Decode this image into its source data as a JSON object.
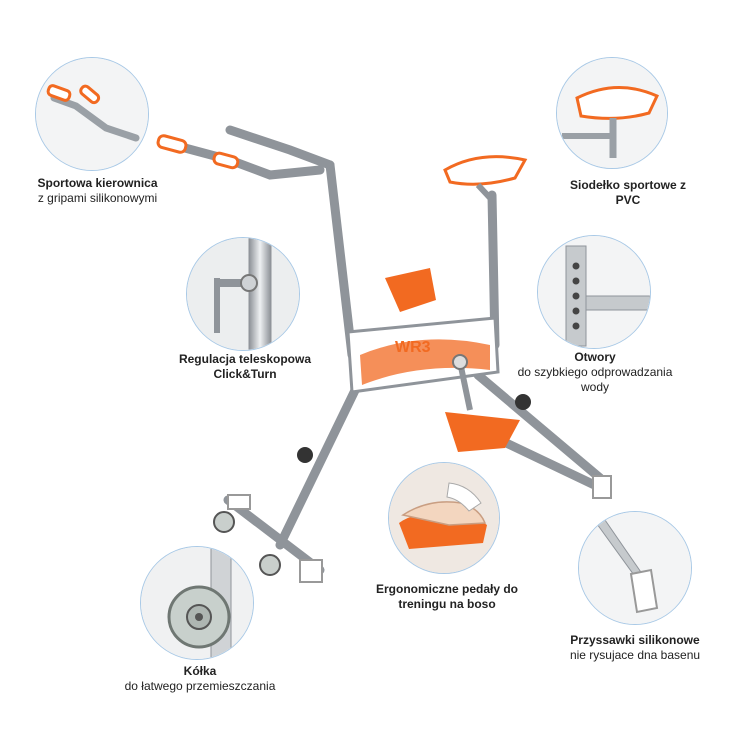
{
  "features": {
    "handlebar": {
      "title": "Sportowa kierownica",
      "subtitle": "z gripami silikonowymi",
      "icon": "handlebar-icon"
    },
    "saddle": {
      "title": "Siodełko sportowe z PVC",
      "subtitle": "",
      "icon": "saddle-icon"
    },
    "telescopic": {
      "title": "Regulacja teleskopowa Click&Turn",
      "subtitle": "",
      "icon": "telescopic-adjuster-icon"
    },
    "holes": {
      "title": "Otwory",
      "subtitle": "do szybkiego odprowadzania wody",
      "icon": "drain-holes-icon"
    },
    "pedals": {
      "title": "Ergonomiczne pedały do treningu na boso",
      "subtitle": "",
      "icon": "pedal-icon"
    },
    "suction": {
      "title": "Przyssawki silikonowe",
      "subtitle": "nie rysujace dna basenu",
      "icon": "suction-cup-icon"
    },
    "wheels": {
      "title": "Kółka",
      "subtitle": "do łatwego przemieszczania",
      "icon": "wheel-icon"
    }
  },
  "product": {
    "logo_text": "WR3",
    "icon": "aqua-bike-icon"
  },
  "colors": {
    "accent": "#f26a21",
    "circle_border": "#a9c9e6",
    "steel": "#b8bcc0"
  }
}
